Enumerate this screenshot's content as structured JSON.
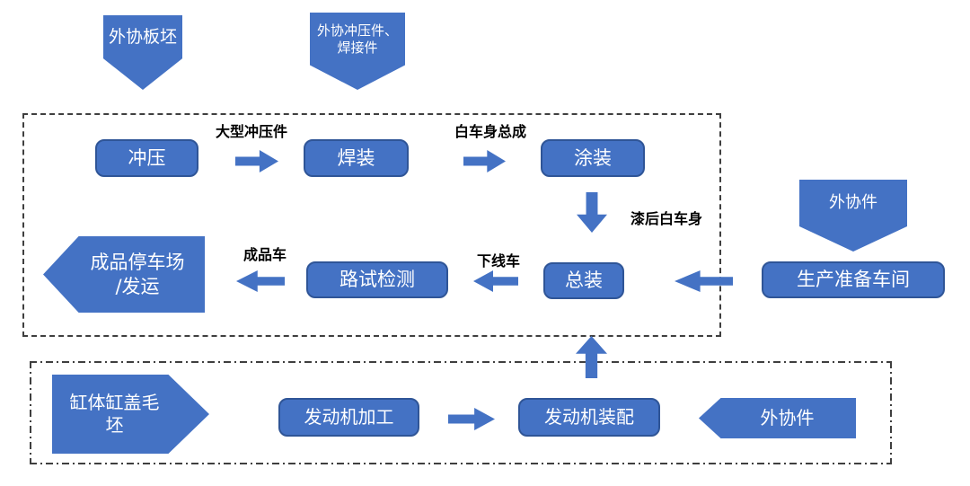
{
  "colors": {
    "shape_fill": "#4472C4",
    "shape_border": "#2F5597",
    "shape_text": "#FFFFFF",
    "label_text": "#000000",
    "boundary_line": "#3F3F3F"
  },
  "shapes": {
    "slab_input": "外协板坯",
    "stamp_weld_input": "外协冲压件、\n焊接件",
    "stamping": "冲压",
    "welding": "焊装",
    "painting": "涂装",
    "parts_input_top": "外协件",
    "parking_shipping": "成品停车场\n/发运",
    "road_test": "路试检测",
    "final_assembly": "总装",
    "prep_workshop": "生产准备车间",
    "engine_blank_input": "缸体缸盖毛\n坯",
    "engine_machining": "发动机加工",
    "engine_assembly": "发动机装配",
    "parts_input_bottom": "外协件"
  },
  "flow_labels": {
    "large_stampings": "大型冲压件",
    "body_in_white": "白车身总成",
    "painted_body": "漆后白车身",
    "finished_car": "成品车",
    "offline_car": "下线车"
  }
}
